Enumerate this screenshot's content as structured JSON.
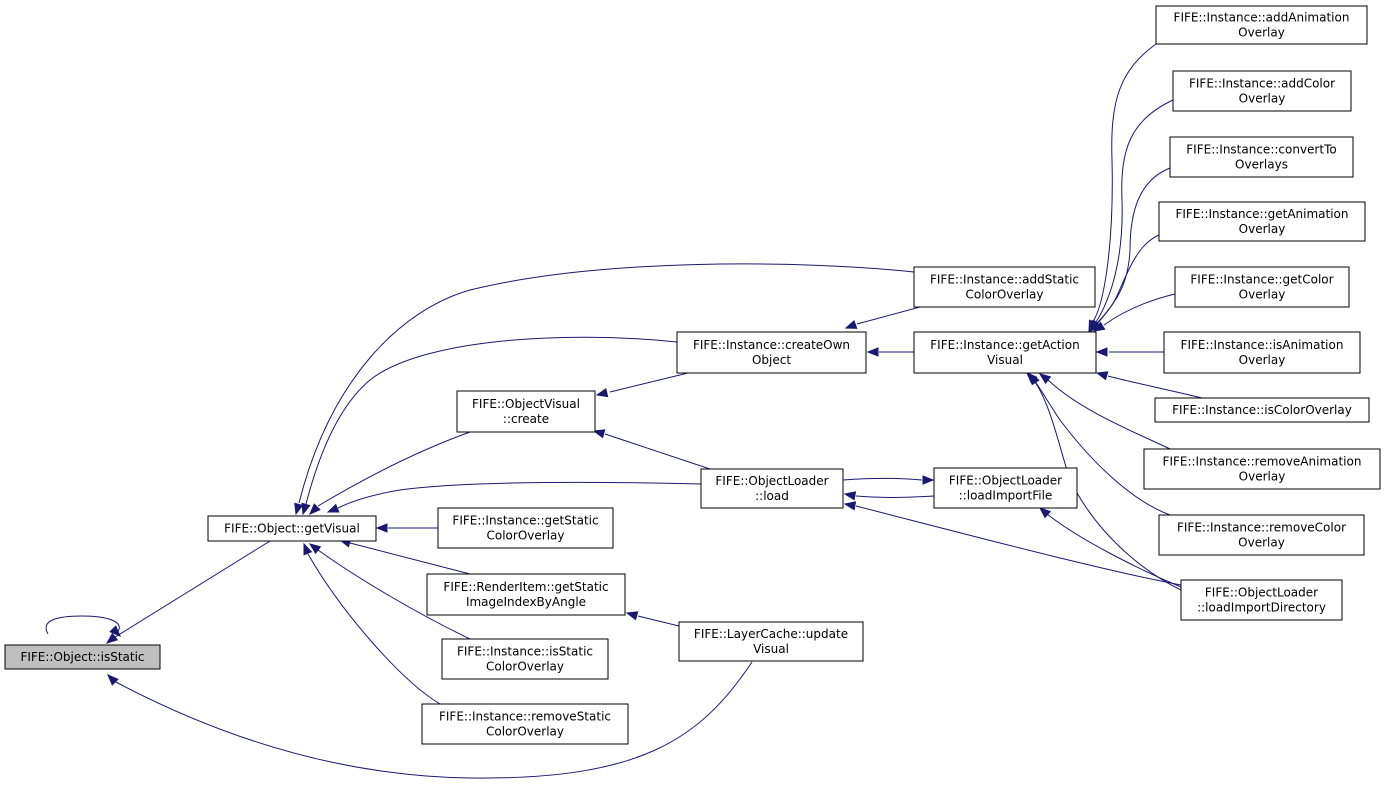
{
  "colors": {
    "edge": "#191970",
    "current_node_fill": "#bfbfbf",
    "node_fill": "#ffffff",
    "node_border": "#000000"
  },
  "nodes": [
    {
      "id": "isStatic",
      "lines": [
        "FIFE::Object::isStatic"
      ],
      "current": true
    },
    {
      "id": "getVisual",
      "lines": [
        "FIFE::Object::getVisual"
      ]
    },
    {
      "id": "ovCreate",
      "lines": [
        "FIFE::ObjectVisual",
        "::create"
      ]
    },
    {
      "id": "createOwn",
      "lines": [
        "FIFE::Instance::createOwn",
        "Object"
      ]
    },
    {
      "id": "addStatic",
      "lines": [
        "FIFE::Instance::addStatic",
        "ColorOverlay"
      ]
    },
    {
      "id": "getActionVisual",
      "lines": [
        "FIFE::Instance::getAction",
        "Visual"
      ]
    },
    {
      "id": "olLoad",
      "lines": [
        "FIFE::ObjectLoader",
        "::load"
      ]
    },
    {
      "id": "loadImportFile",
      "lines": [
        "FIFE::ObjectLoader",
        "::loadImportFile"
      ]
    },
    {
      "id": "loadImportDir",
      "lines": [
        "FIFE::ObjectLoader",
        "::loadImportDirectory"
      ]
    },
    {
      "id": "getStaticColorOverlay",
      "lines": [
        "FIFE::Instance::getStatic",
        "ColorOverlay"
      ]
    },
    {
      "id": "renderItem",
      "lines": [
        "FIFE::RenderItem::getStatic",
        "ImageIndexByAngle"
      ]
    },
    {
      "id": "isStaticColorOverlay",
      "lines": [
        "FIFE::Instance::isStatic",
        "ColorOverlay"
      ]
    },
    {
      "id": "removeStatic",
      "lines": [
        "FIFE::Instance::removeStatic",
        "ColorOverlay"
      ]
    },
    {
      "id": "layerCache",
      "lines": [
        "FIFE::LayerCache::update",
        "Visual"
      ]
    },
    {
      "id": "addAnimOverlay",
      "lines": [
        "FIFE::Instance::addAnimation",
        "Overlay"
      ]
    },
    {
      "id": "addColorOverlay",
      "lines": [
        "FIFE::Instance::addColor",
        "Overlay"
      ]
    },
    {
      "id": "convertTo",
      "lines": [
        "FIFE::Instance::convertTo",
        "Overlays"
      ]
    },
    {
      "id": "getAnimOverlay",
      "lines": [
        "FIFE::Instance::getAnimation",
        "Overlay"
      ]
    },
    {
      "id": "getColorOverlay",
      "lines": [
        "FIFE::Instance::getColor",
        "Overlay"
      ]
    },
    {
      "id": "isAnimOverlay",
      "lines": [
        "FIFE::Instance::isAnimation",
        "Overlay"
      ]
    },
    {
      "id": "isColorOverlay",
      "lines": [
        "FIFE::Instance::isColorOverlay"
      ]
    },
    {
      "id": "removeAnimOverlay",
      "lines": [
        "FIFE::Instance::removeAnimation",
        "Overlay"
      ]
    },
    {
      "id": "removeColorOverlay",
      "lines": [
        "FIFE::Instance::removeColor",
        "Overlay"
      ]
    }
  ]
}
